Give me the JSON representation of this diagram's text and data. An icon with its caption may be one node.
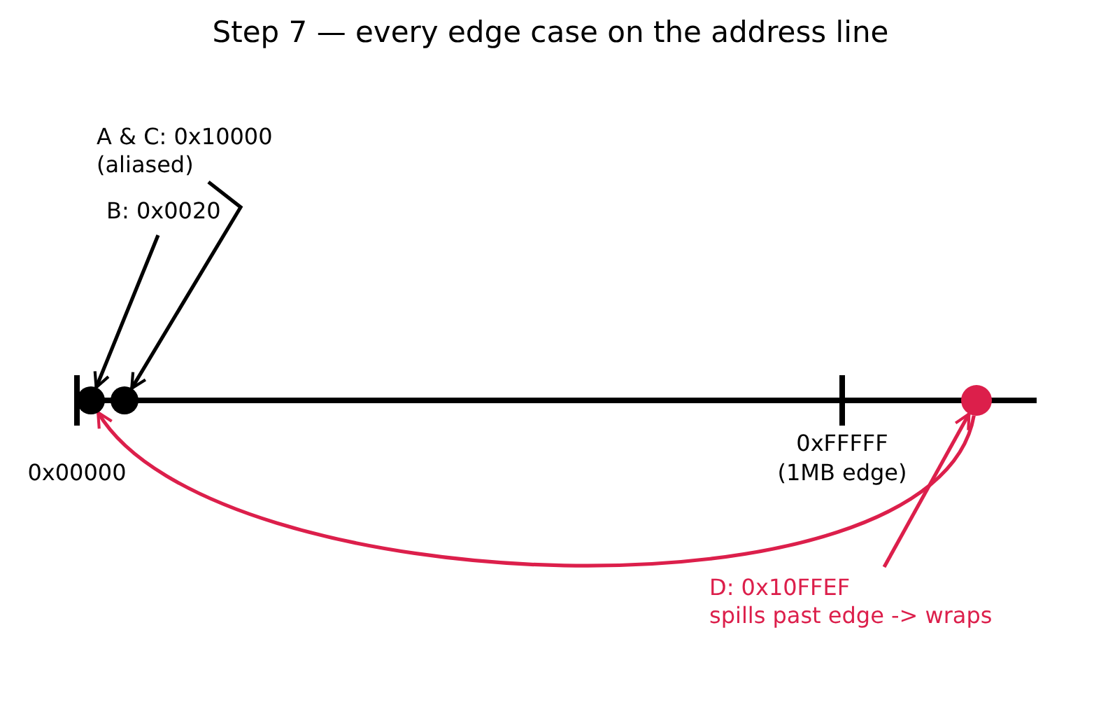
{
  "diagram": {
    "title": "Step 7 — every edge case on the address line",
    "nodes": [
      {
        "text": [
          "A & C: 0x10000 (aliased)"
        ]
      },
      {
        "text": [
          "B: 0x0020"
        ]
      },
      {
        "text": [],
        "shape": "circle"
      },
      {
        "text": [],
        "shape": "circle"
      },
      {
        "text": [],
        "shape": "circle"
      },
      {
        "text": [
          "D: 0x10FFEF",
          "spills past edge -> wraps"
        ]
      }
    ],
    "edges": [
      {
        "from": 0,
        "to": 3,
        "arrow": "to"
      },
      {
        "from": 1,
        "to": 2,
        "arrow": "to"
      },
      {
        "from": 5,
        "to": 4,
        "arrow": "to",
        "color": "#dc1f4b"
      },
      {
        "from": 4,
        "to": 2,
        "arrow": "to",
        "color": "#dc1f4b"
      }
    ],
    "labels": [
      "0x00000",
      "0xFFFFF (1MB edge)"
    ]
  }
}
